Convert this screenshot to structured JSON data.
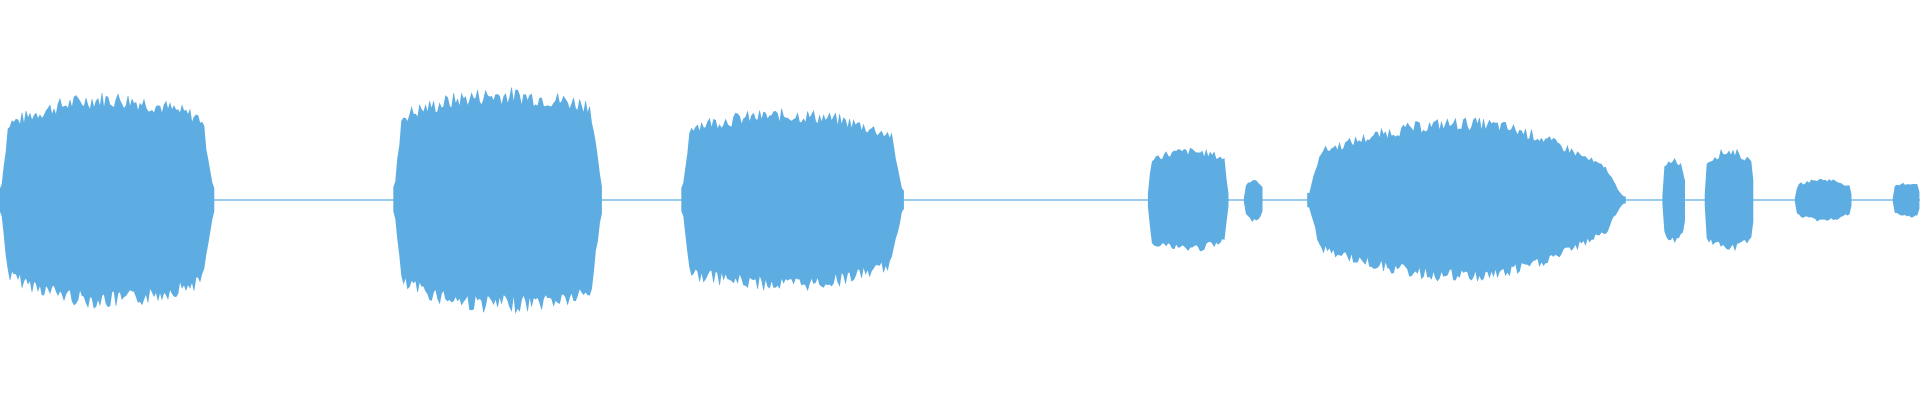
{
  "waveform": {
    "color": "#5dade2",
    "background": "#ffffff",
    "baseline_amplitude": 0.01,
    "segments": [
      {
        "start": 0.0,
        "end": 0.112,
        "amp_start": 0.36,
        "amp_peak": 0.5,
        "amp_end": 0.38
      },
      {
        "start": 0.205,
        "end": 0.314,
        "amp_start": 0.4,
        "amp_peak": 0.52,
        "amp_end": 0.46
      },
      {
        "start": 0.355,
        "end": 0.471,
        "amp_start": 0.36,
        "amp_peak": 0.42,
        "amp_end": 0.3
      },
      {
        "start": 0.598,
        "end": 0.64,
        "amp_start": 0.2,
        "amp_peak": 0.24,
        "amp_end": 0.2
      },
      {
        "start": 0.648,
        "end": 0.658,
        "amp_start": 0.06,
        "amp_peak": 0.1,
        "amp_end": 0.05
      },
      {
        "start": 0.681,
        "end": 0.847,
        "amp_start": 0.22,
        "amp_peak": 0.38,
        "amp_end": 0.1
      },
      {
        "start": 0.866,
        "end": 0.878,
        "amp_start": 0.14,
        "amp_peak": 0.2,
        "amp_end": 0.12
      },
      {
        "start": 0.888,
        "end": 0.914,
        "amp_start": 0.18,
        "amp_peak": 0.24,
        "amp_end": 0.16
      },
      {
        "start": 0.935,
        "end": 0.965,
        "amp_start": 0.07,
        "amp_peak": 0.1,
        "amp_end": 0.06
      },
      {
        "start": 0.986,
        "end": 1.0,
        "amp_start": 0.06,
        "amp_peak": 0.08,
        "amp_end": 0.08
      }
    ]
  }
}
